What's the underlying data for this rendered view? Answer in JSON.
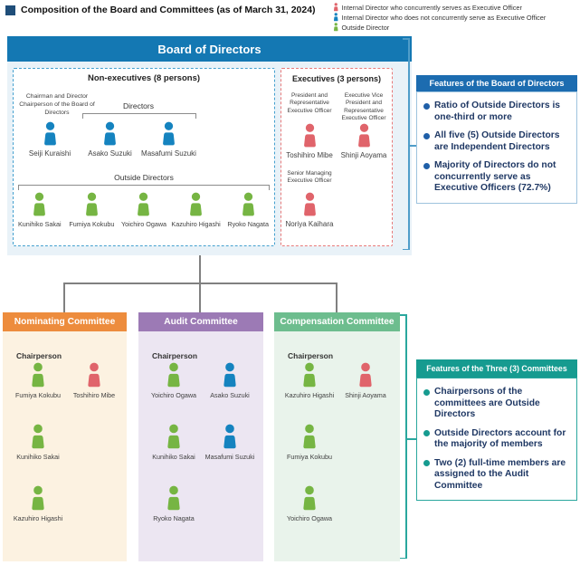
{
  "title": "Composition of the Board and Committees (as of March 31, 2024)",
  "legend": {
    "items": [
      {
        "icon": "person-icon",
        "type": "red",
        "label": "Internal Director who concurrently serves as Executive Officer"
      },
      {
        "icon": "person-icon",
        "type": "blue",
        "label": "Internal Director who does not concurrently serve as Executive Officer"
      },
      {
        "icon": "person-icon",
        "type": "green",
        "label": "Outside Director"
      }
    ]
  },
  "board": {
    "header": "Board of Directors",
    "non_executives": {
      "title": "Non-executives (8 persons)",
      "chairman_role": "Chairman and Director Chairperson of the Board of Directors",
      "chairman": {
        "name": "Seiji Kuraishi",
        "type": "blue"
      },
      "directors_label": "Directors",
      "directors": [
        {
          "name": "Asako Suzuki",
          "type": "blue"
        },
        {
          "name": "Masafumi Suzuki",
          "type": "blue"
        }
      ],
      "outside_label": "Outside Directors",
      "outside_directors": [
        {
          "name": "Kunihiko Sakai",
          "type": "green"
        },
        {
          "name": "Fumiya Kokubu",
          "type": "green"
        },
        {
          "name": "Yoichiro Ogawa",
          "type": "green"
        },
        {
          "name": "Kazuhiro Higashi",
          "type": "green"
        },
        {
          "name": "Ryoko Nagata",
          "type": "green"
        }
      ]
    },
    "executives": {
      "title": "Executives (3 persons)",
      "members": [
        {
          "role": "President and Representative Executive Officer",
          "name": "Toshihiro Mibe",
          "type": "red"
        },
        {
          "role": "Executive Vice President and Representative Executive Officer",
          "name": "Shinji Aoyama",
          "type": "red"
        },
        {
          "role": "Senior Managing Executive Officer",
          "name": "Noriya Kaihara",
          "type": "red"
        }
      ]
    }
  },
  "board_features": {
    "header": "Features of the Board of Directors",
    "items": [
      "Ratio of Outside Directors is one-third or more",
      "All five (5) Outside Directors are Independent Directors",
      "Majority of Directors do not concurrently serve as Executive Officers (72.7%)"
    ]
  },
  "committees": [
    {
      "name": "Nominating Committee",
      "header_color": "#ED8C3D",
      "body_color": "#FCF2E1",
      "chair_label": "Chairperson",
      "rows": [
        [
          {
            "name": "Fumiya Kokubu",
            "type": "green"
          },
          {
            "name": "Toshihiro Mibe",
            "type": "red"
          }
        ],
        [
          {
            "name": "Kunihiko Sakai",
            "type": "green"
          }
        ],
        [
          {
            "name": "Kazuhiro Higashi",
            "type": "green"
          }
        ]
      ]
    },
    {
      "name": "Audit Committee",
      "header_color": "#9C7AB5",
      "body_color": "#ECE6F2",
      "chair_label": "Chairperson",
      "rows": [
        [
          {
            "name": "Yoichiro Ogawa",
            "type": "green"
          },
          {
            "name": "Asako Suzuki",
            "type": "blue"
          }
        ],
        [
          {
            "name": "Kunihiko Sakai",
            "type": "green"
          },
          {
            "name": "Masafumi Suzuki",
            "type": "blue"
          }
        ],
        [
          {
            "name": "Ryoko Nagata",
            "type": "green"
          }
        ]
      ]
    },
    {
      "name": "Compensation Committee",
      "header_color": "#6DBD8E",
      "body_color": "#E9F3EB",
      "chair_label": "Chairperson",
      "rows": [
        [
          {
            "name": "Kazuhiro Higashi",
            "type": "green"
          },
          {
            "name": "Shinji Aoyama",
            "type": "red"
          }
        ],
        [
          {
            "name": "Fumiya Kokubu",
            "type": "green"
          }
        ],
        [
          {
            "name": "Yoichiro Ogawa",
            "type": "green"
          }
        ]
      ]
    }
  ],
  "committee_features": {
    "header": "Features of the Three (3) Committees",
    "items": [
      "Chairpersons of the committees are Outside Directors",
      "Outside Directors account for the majority of members",
      "Two (2) full-time members are assigned to the Audit Committee"
    ]
  },
  "colors": {
    "person_red": "#E0646B",
    "person_blue": "#1583BF",
    "person_green": "#76B543",
    "board_header": "#1478B3",
    "board_body": "#E9F2F8",
    "features_board_header": "#1C6CB0",
    "features_committees_header": "#169B90",
    "navy_text": "#1F3864",
    "connector_gray": "#808080",
    "title_square": "#1F4E79"
  }
}
